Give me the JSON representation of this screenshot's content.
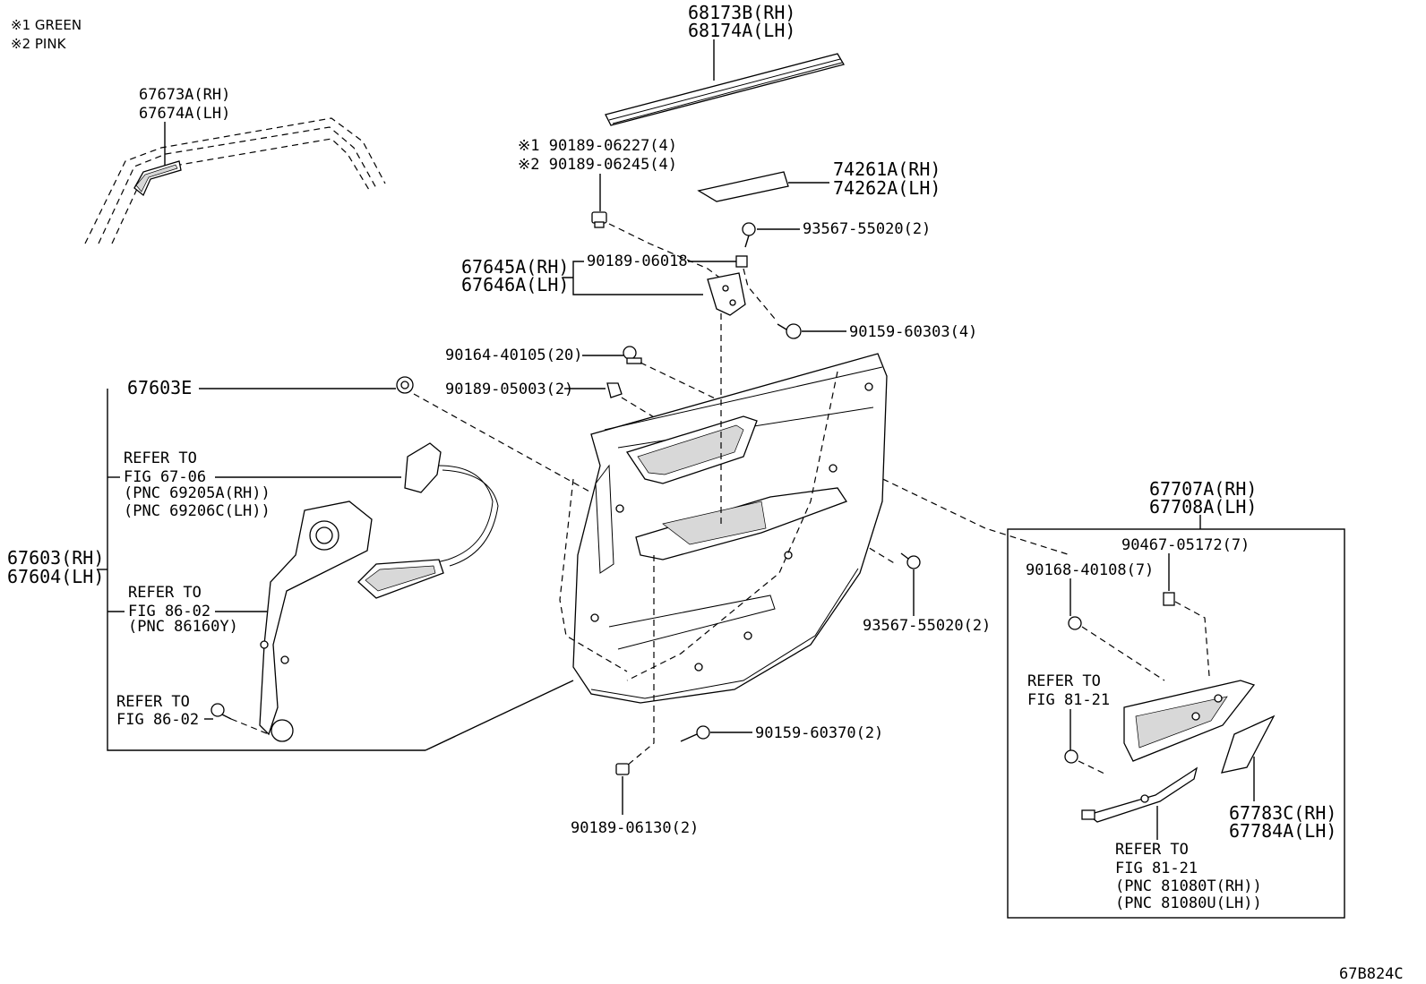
{
  "notes": {
    "green": "※1 GREEN",
    "pink": "※2 PINK"
  },
  "labels": {
    "molding_rh": "68173B(RH)",
    "molding_lh": "68174A(LH)",
    "weatherstrip_rh": "67673A(RH)",
    "weatherstrip_lh": "67674A(LH)",
    "clip1": "※1 90189-06227(4)",
    "clip2": "※2 90189-06245(4)",
    "ornament_rh": "74261A(RH)",
    "ornament_lh": "74262A(LH)",
    "screw_top": "93567-55020(2)",
    "bracket_rh": "67645A(RH)",
    "bracket_lh": "67646A(LH)",
    "nut_bracket": "90189-06018",
    "bolt_bracket": "90159-60303(4)",
    "clip_20": "90164-40105(20)",
    "clip_2": "90189-05003(2)",
    "board_sub": "67603E",
    "refer_67_06_a": "REFER TO",
    "refer_67_06_b": "FIG 67-06",
    "refer_67_06_c": "(PNC 69205A(RH))",
    "refer_67_06_d": "(PNC 69206C(LH))",
    "board_rh": "67603(RH)",
    "board_lh": "67604(LH)",
    "refer_86_02_a": "REFER TO",
    "refer_86_02_b": "FIG 86-02",
    "refer_86_02_c": "(PNC 86160Y)",
    "refer_86_02_2a": "REFER TO",
    "refer_86_02_2b": "FIG 86-02",
    "screw_mid": "93567-55020(2)",
    "screw_bottom": "90159-60370(2)",
    "clip_bottom": "90189-06130(2)",
    "lamp_rh": "67707A(RH)",
    "lamp_lh": "67708A(LH)",
    "clip_lamp_7": "90467-05172(7)",
    "screw_lamp_7": "90168-40108(7)",
    "refer_81_21_a": "REFER TO",
    "refer_81_21_b": "FIG 81-21",
    "refer_81_21_2a": "REFER TO",
    "refer_81_21_2b": "FIG 81-21",
    "refer_81_21_2c": "(PNC 81080T(RH))",
    "refer_81_21_2d": "(PNC 81080U(LH))",
    "lens_rh": "67783C(RH)",
    "lens_lh": "67784A(LH)",
    "figure_code": "67B824C"
  }
}
